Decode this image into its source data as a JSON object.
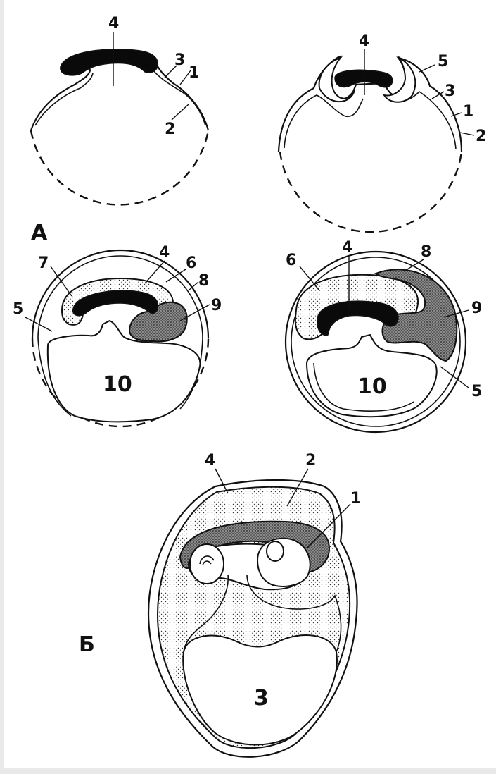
{
  "panel_labels": {
    "a": "А",
    "b": "Б"
  },
  "stage1": {
    "labels": [
      "4",
      "3",
      "1",
      "2"
    ]
  },
  "stage2": {
    "labels": [
      "4",
      "5",
      "3",
      "1",
      "2"
    ]
  },
  "stage3": {
    "labels": [
      "7",
      "4",
      "6",
      "8",
      "5",
      "9",
      "10"
    ]
  },
  "stage4": {
    "labels": [
      "6",
      "4",
      "8",
      "9",
      "10",
      "5"
    ]
  },
  "stage_b": {
    "labels": [
      "4",
      "2",
      "1",
      "3"
    ]
  }
}
